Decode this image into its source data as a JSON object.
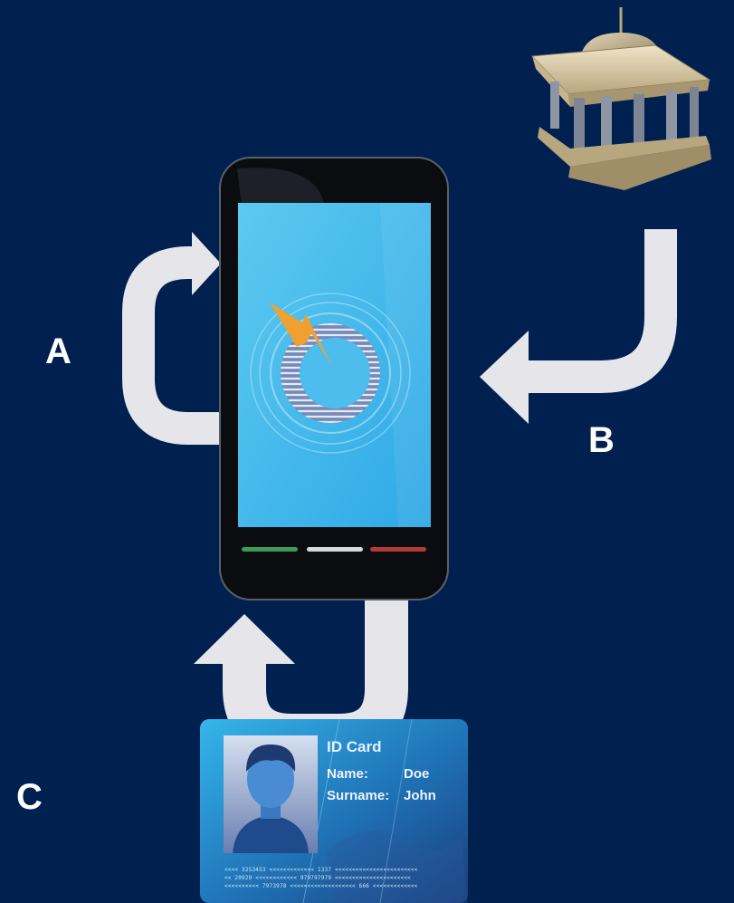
{
  "labels": {
    "a": "A",
    "b": "B",
    "c": "C"
  },
  "id_card": {
    "title": "ID Card",
    "name_label": "Name:",
    "name_value": "Doe",
    "surname_label": "Surname:",
    "surname_value": "John",
    "mrz": [
      "<<<< 3253453 <<<<<<<<<<<<< 1337 <<<<<<<<<<<<<<<<<<<<<<<<",
      "<< 20929 <<<<<<<<<<<< 979797979 <<<<<<<<<<<<<<<<<<<<<<",
      "<<<<<<<<<< 7973978 <<<<<<<<<<<<<<<<<<< 666 <<<<<<<<<<<<<"
    ]
  },
  "colors": {
    "background": "#002050",
    "arrow": "#e6e6ea",
    "screen": "#41b4e6",
    "card": "#2a8ccc",
    "bolt": "#f0a030"
  }
}
